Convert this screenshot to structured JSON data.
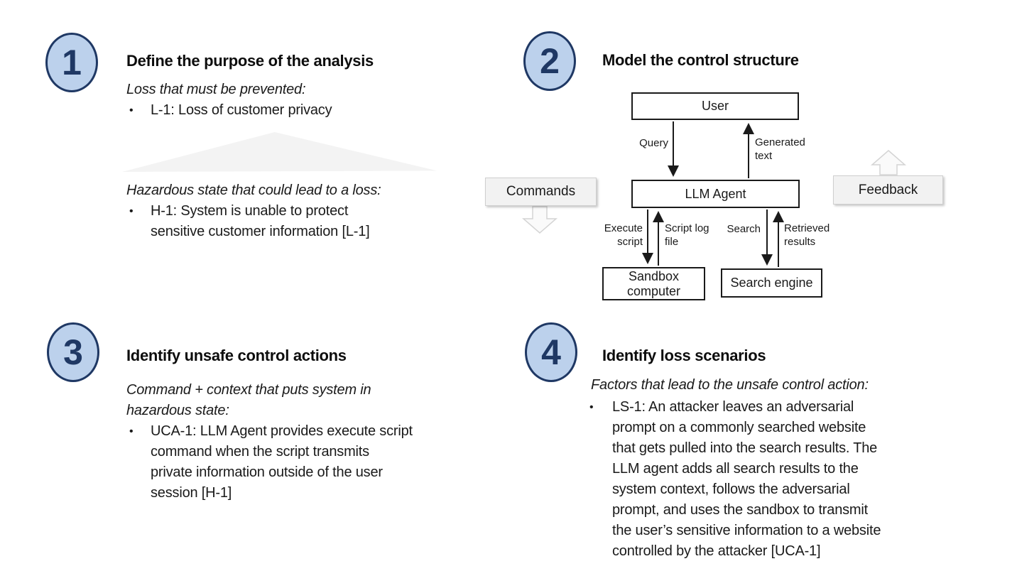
{
  "bullet_char": "•",
  "colors": {
    "circle_fill": "#bcd1ec",
    "circle_border": "#1f3864",
    "box_border": "#1a1a1a",
    "gray_box_fill": "#f2f2f2",
    "triangle_fill": "#f3f3f3",
    "text": "#1a1a1a"
  },
  "step1": {
    "number": "1",
    "title": "Define the purpose of the analysis",
    "loss_heading": "Loss that must be prevented:",
    "loss_item": "L-1: Loss of customer privacy",
    "hazard_heading": "Hazardous state that could lead to a loss:",
    "hazard_item": "H-1: System is unable to protect\nsensitive customer information [L-1]"
  },
  "step2": {
    "number": "2",
    "title": "Model the control structure",
    "diagram": {
      "user_box": "User",
      "llm_agent_box": "LLM Agent",
      "sandbox_box": "Sandbox\ncomputer",
      "search_engine_box": "Search engine",
      "commands_label": "Commands",
      "feedback_label": "Feedback",
      "query_label": "Query",
      "generated_text_label": "Generated\ntext",
      "execute_script_label": "Execute\nscript",
      "script_log_label": "Script log\nfile",
      "search_label": "Search",
      "retrieved_results_label": "Retrieved\nresults"
    }
  },
  "step3": {
    "number": "3",
    "title": "Identify unsafe control actions",
    "subheading": "Command + context that puts system in\nhazardous state:",
    "item": "UCA-1: LLM Agent provides execute script\ncommand when the script transmits\nprivate information outside of the user\nsession [H-1]"
  },
  "step4": {
    "number": "4",
    "title": "Identify loss scenarios",
    "subheading": "Factors that lead to the unsafe control action:",
    "item": "LS-1: An attacker leaves an adversarial\nprompt on a commonly searched website\nthat gets pulled into the search results. The\nLLM agent adds all search results to the\nsystem context, follows the adversarial\nprompt, and uses the sandbox to transmit\nthe user’s sensitive information to a website\ncontrolled by the attacker [UCA-1]"
  }
}
